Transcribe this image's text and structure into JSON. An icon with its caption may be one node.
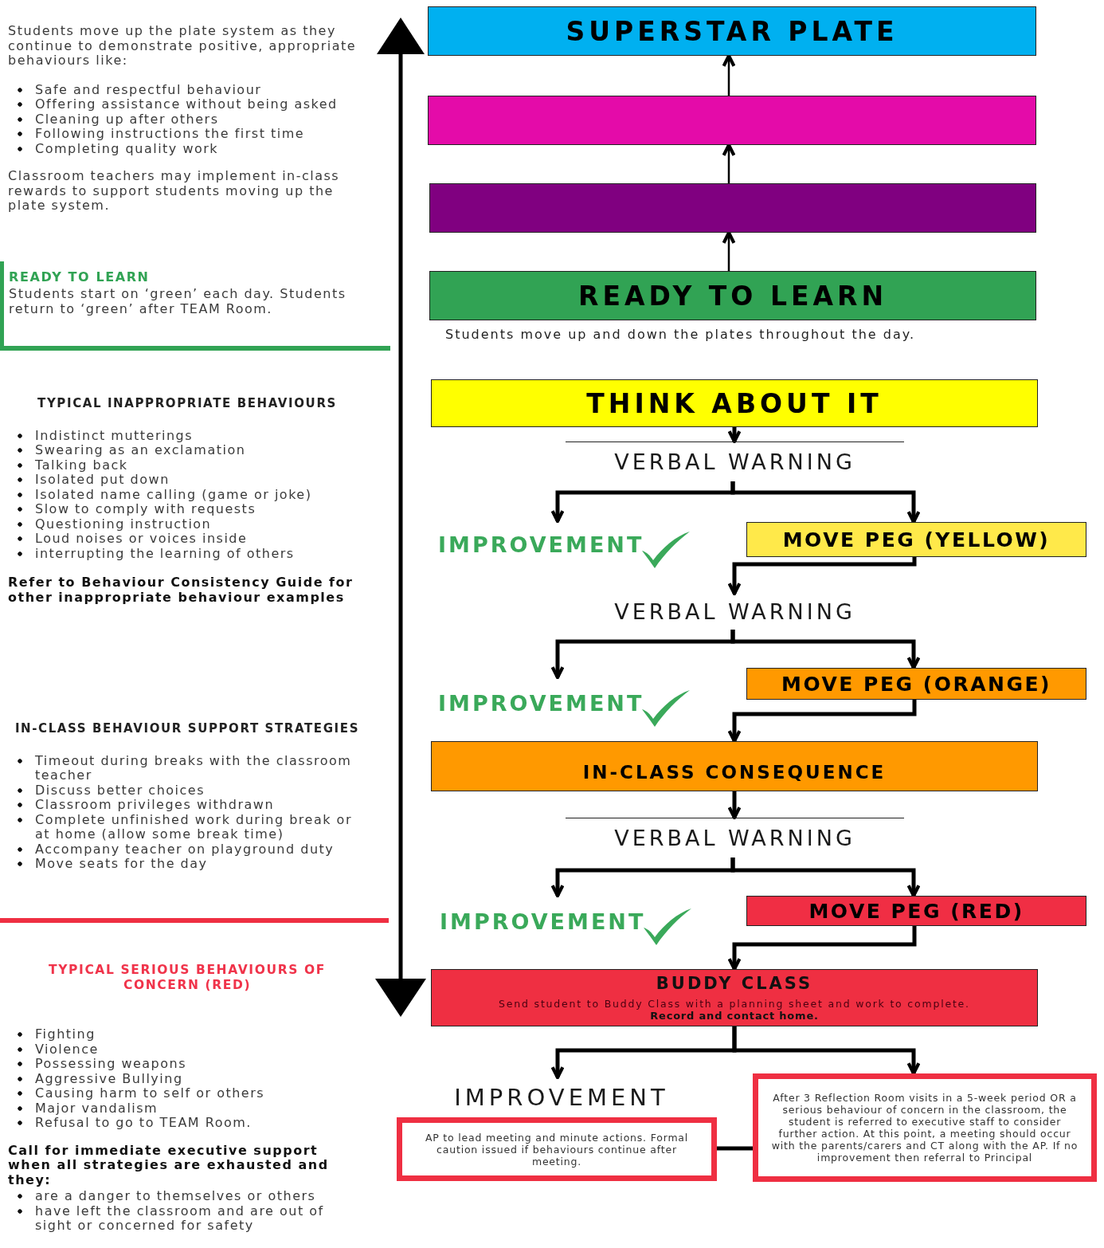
{
  "diagram": {
    "nodes": [
      {
        "text": [
          "SUPERSTAR PLATE"
        ]
      },
      {
        "text": [],
        "shape": "box"
      },
      {
        "text": [],
        "shape": "box"
      },
      {
        "text": [
          "READY TO LEARN"
        ],
        "beside": [
          "Students move up and down the plates throughout the day."
        ]
      },
      {
        "text": [
          "THINK ABOUT IT"
        ]
      },
      {
        "text": [
          "VERBAL WARNING"
        ]
      },
      {
        "text": [
          "IMPROVEMENT"
        ]
      },
      {
        "text": [
          "MOVE PEG (YELLOW)"
        ]
      },
      {
        "text": [
          "VERBAL WARNING"
        ]
      },
      {
        "text": [
          "IMPROVEMENT"
        ]
      },
      {
        "text": [
          "MOVE PEG (ORANGE)"
        ]
      },
      {
        "text": [
          "IN-CLASS CONSEQUENCE"
        ]
      },
      {
        "text": [
          "VERBAL WARNING"
        ]
      },
      {
        "text": [
          "IMPROVEMENT"
        ]
      },
      {
        "text": [
          "MOVE PEG (RED)"
        ]
      },
      {
        "text": [
          "BUDDY CLASS",
          "Send student to Buddy Class with a planning sheet and work to complete.",
          "Record and contact home."
        ]
      },
      {
        "text": [
          "IMPROVEMENT"
        ]
      },
      {
        "text": [
          "AP to lead meeting and minute actions. Formal caution issued if behaviours continue after meeting."
        ]
      },
      {
        "text": [
          "After 3 Reflection Room visits in a 5-week period OR a serious behaviour of concern in the classroom, the student is referred to executive staff to consider further action. At this point, a meeting should occur with the parents/carers and CT along with the AP. If no improvement then referral to Principal"
        ]
      },
      {
        "text": [
          "READY TO LEARN",
          "Students start on ‘green’ each day. Students return to ‘green’ after TEAM Room."
        ]
      }
    ],
    "edges": [
      {
        "from": 1,
        "to": 0,
        "arrow": "to"
      },
      {
        "from": 2,
        "to": 1,
        "arrow": "to"
      },
      {
        "from": 3,
        "to": 2,
        "arrow": "to"
      },
      {
        "from": 4,
        "to": 5,
        "arrow": "to"
      },
      {
        "from": 5,
        "to": 6,
        "arrow": "to"
      },
      {
        "from": 5,
        "to": 7,
        "arrow": "to"
      },
      {
        "from": 7,
        "to": 8,
        "arrow": "to"
      },
      {
        "from": 8,
        "to": 9,
        "arrow": "to"
      },
      {
        "from": 8,
        "to": 10,
        "arrow": "to"
      },
      {
        "from": 10,
        "to": 11,
        "arrow": "to"
      },
      {
        "from": 11,
        "to": 12,
        "arrow": "to"
      },
      {
        "from": 12,
        "to": 13,
        "arrow": "to"
      },
      {
        "from": 12,
        "to": 14,
        "arrow": "to"
      },
      {
        "from": 14,
        "to": 15,
        "arrow": "to"
      },
      {
        "from": 15,
        "to": 16,
        "arrow": "to"
      },
      {
        "from": 15,
        "to": 18,
        "arrow": "to"
      },
      {
        "from": 17,
        "to": 18,
        "arrow": "none"
      }
    ],
    "labels": [
      "Students move up the plate system as they continue to demonstrate positive, appropriate behaviours like:",
      "Safe and respectful behaviour",
      "Offering assistance without being asked",
      "Cleaning up after others",
      "Following instructions the first time",
      "Completing quality work",
      "Classroom teachers may implement in-class rewards to support students moving up the plate system.",
      "TYPICAL INAPPROPRIATE BEHAVIOURS",
      "Indistinct mutterings",
      "Swearing as an exclamation",
      "Talking back",
      "Isolated put down",
      "Isolated name calling (game or joke)",
      "Slow to comply with requests",
      "Questioning instruction",
      "Loud noises or voices inside",
      "interrupting the learning of others",
      "Refer to Behaviour Consistency Guide for other inappropriate behaviour examples",
      "IN-CLASS BEHAVIOUR SUPPORT STRATEGIES",
      "Timeout during breaks with the classroom teacher",
      "Discuss better choices",
      "Classroom privileges withdrawn",
      "Complete unfinished work during break or at home (allow some break time)",
      "Accompany teacher on playground duty",
      "Move seats for the day",
      "TYPICAL SERIOUS BEHAVIOURS OF CONCERN (RED)",
      "Fighting",
      "Violence",
      "Possessing weapons",
      "Aggressive Bullying",
      "Causing harm to self or others",
      "Major vandalism",
      "Refusal to go to TEAM Room.",
      "Call for immediate executive support when all strategies are exhausted and they:",
      "are a danger to themselves or others",
      "have left the classroom and are out of sight or concerned for safety"
    ]
  }
}
